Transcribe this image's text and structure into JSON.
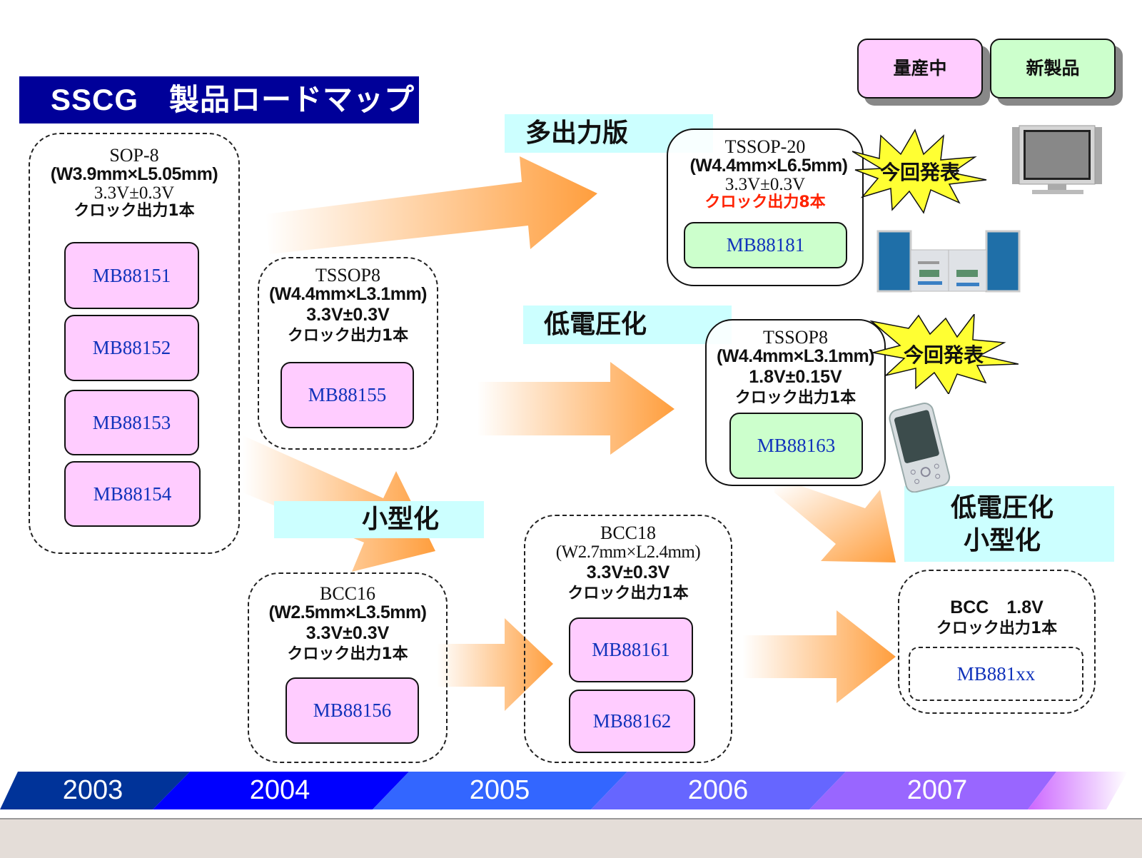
{
  "title": "SSCG　製品ロードマップ",
  "legend": [
    {
      "label": "量産中",
      "color": "#ffccff"
    },
    {
      "label": "新製品",
      "color": "#ccffcc"
    }
  ],
  "tags": {
    "multi_output": "多出力版",
    "low_voltage": "低電圧化",
    "miniaturization": "小型化",
    "low_voltage_mini_line1": "低電圧化",
    "low_voltage_mini_line2": "小型化"
  },
  "announce": "今回発表",
  "groups": {
    "sop8": {
      "package": "SOP-8",
      "dims": "(W3.9mm×L5.05mm)",
      "voltage": "3.3V±0.3V",
      "clock": "クロック出力1本",
      "chips": [
        "MB88151",
        "MB88152",
        "MB88153",
        "MB88154"
      ]
    },
    "tssop8": {
      "package": "TSSOP8",
      "dims": "(W4.4mm×L3.1mm)",
      "voltage": "3.3V±0.3V",
      "clock": "クロック出力1本",
      "chips": [
        "MB88155"
      ]
    },
    "tssop20": {
      "package": "TSSOP-20",
      "dims": "(W4.4mm×L6.5mm)",
      "voltage": "3.3V±0.3V",
      "clock": "クロック出力8本",
      "chips": [
        "MB88181"
      ]
    },
    "tssop8_lv": {
      "package": "TSSOP8",
      "dims": "(W4.4mm×L3.1mm)",
      "voltage": "1.8V±0.15V",
      "clock": "クロック出力1本",
      "chips": [
        "MB88163"
      ]
    },
    "bcc16": {
      "package": "BCC16",
      "dims": "(W2.5mm×L3.5mm)",
      "voltage": "3.3V±0.3V",
      "clock": "クロック出力1本",
      "chips": [
        "MB88156"
      ]
    },
    "bcc18": {
      "package": "BCC18",
      "dims": "(W2.7mm×L2.4mm)",
      "voltage": "3.3V±0.3V",
      "clock": "クロック出力1本",
      "chips": [
        "MB88161",
        "MB88162"
      ]
    },
    "bcc_future": {
      "package_voltage": "BCC　1.8V",
      "clock": "クロック出力1本",
      "chips": [
        "MB881xx"
      ]
    }
  },
  "devices": [
    "flat-panel-tv",
    "mini-stereo-system",
    "pda-handheld"
  ],
  "timeline": {
    "years": [
      "2003",
      "2004",
      "2005",
      "2006",
      "2007"
    ],
    "colors": [
      "#003399",
      "#0000ff",
      "#3366ff",
      "#6666ff",
      "#9966ff"
    ]
  },
  "colors": {
    "title_bg": "#000099",
    "arrow": "#ff9933",
    "tag_bg": "#ccffff",
    "chip_text": "#1133bb",
    "highlight_red": "#ff2200",
    "burst": "#ffff33"
  }
}
